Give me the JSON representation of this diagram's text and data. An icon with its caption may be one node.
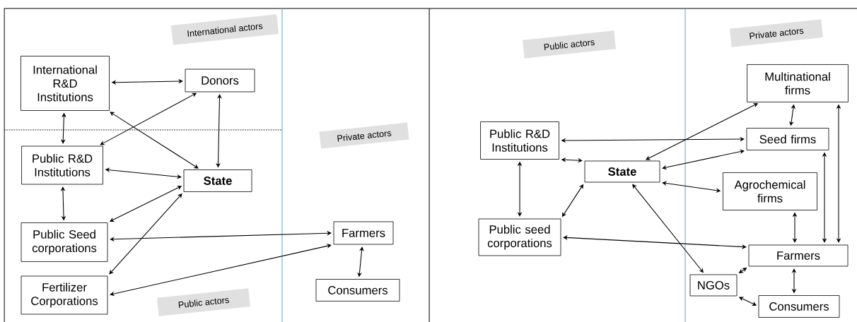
{
  "diagram": {
    "nodes": [
      {
        "text": [
          "International R&D Institutions"
        ]
      },
      {
        "text": [
          "Donors"
        ]
      },
      {
        "text": [
          "Public R&D Institutions"
        ]
      },
      {
        "text": [
          "State"
        ]
      },
      {
        "text": [
          "Public Seed corporations"
        ]
      },
      {
        "text": [
          "Farmers"
        ]
      },
      {
        "text": [
          "Fertilizer Corporations"
        ]
      },
      {
        "text": [
          "Consumers"
        ]
      },
      {
        "text": [
          "Public R&D Institutions"
        ]
      },
      {
        "text": [
          "Multinational firms"
        ]
      },
      {
        "text": [
          "Seed firms"
        ]
      },
      {
        "text": [
          "State"
        ]
      },
      {
        "text": [
          "Agrochemical firms"
        ]
      },
      {
        "text": [
          "Public seed corporations"
        ]
      },
      {
        "text": [
          "Farmers"
        ]
      },
      {
        "text": [
          "NGOs"
        ]
      },
      {
        "text": [
          "Consumers"
        ]
      }
    ],
    "edges": [
      {
        "from": 0,
        "to": 1,
        "arrow": "both"
      },
      {
        "from": 0,
        "to": 2,
        "arrow": "both"
      },
      {
        "from": 2,
        "to": 1,
        "arrow": "both"
      },
      {
        "from": 0,
        "to": 3,
        "arrow": "both"
      },
      {
        "from": 1,
        "to": 3,
        "arrow": "both"
      },
      {
        "from": 2,
        "to": 3,
        "arrow": "both"
      },
      {
        "from": 2,
        "to": 4,
        "arrow": "both"
      },
      {
        "from": 4,
        "to": 3,
        "arrow": "both"
      },
      {
        "from": 6,
        "to": 3,
        "arrow": "both"
      },
      {
        "from": 4,
        "to": 5,
        "arrow": "both"
      },
      {
        "from": 6,
        "to": 5,
        "arrow": "both"
      },
      {
        "from": 5,
        "to": 7,
        "arrow": "both"
      },
      {
        "from": 8,
        "to": 10,
        "arrow": "both"
      },
      {
        "from": 8,
        "to": 11,
        "arrow": "both"
      },
      {
        "from": 8,
        "to": 13,
        "arrow": "both"
      },
      {
        "from": 13,
        "to": 11,
        "arrow": "both"
      },
      {
        "from": 13,
        "to": 14,
        "arrow": "both"
      },
      {
        "from": 11,
        "to": 9,
        "arrow": "both"
      },
      {
        "from": 11,
        "to": 10,
        "arrow": "both"
      },
      {
        "from": 11,
        "to": 12,
        "arrow": "both"
      },
      {
        "from": 11,
        "to": 15,
        "arrow": "both"
      },
      {
        "from": 9,
        "to": 10,
        "arrow": "both"
      },
      {
        "from": 9,
        "to": 14,
        "arrow": "both"
      },
      {
        "from": 10,
        "to": 14,
        "arrow": "both"
      },
      {
        "from": 12,
        "to": 14,
        "arrow": "both"
      },
      {
        "from": 14,
        "to": 15,
        "arrow": "both"
      },
      {
        "from": 14,
        "to": 16,
        "arrow": "both"
      },
      {
        "from": 15,
        "to": 16,
        "arrow": "both"
      }
    ],
    "labels": [
      "International actors",
      "Private actors",
      "Public actors",
      "Public actors",
      "Private actors"
    ]
  }
}
